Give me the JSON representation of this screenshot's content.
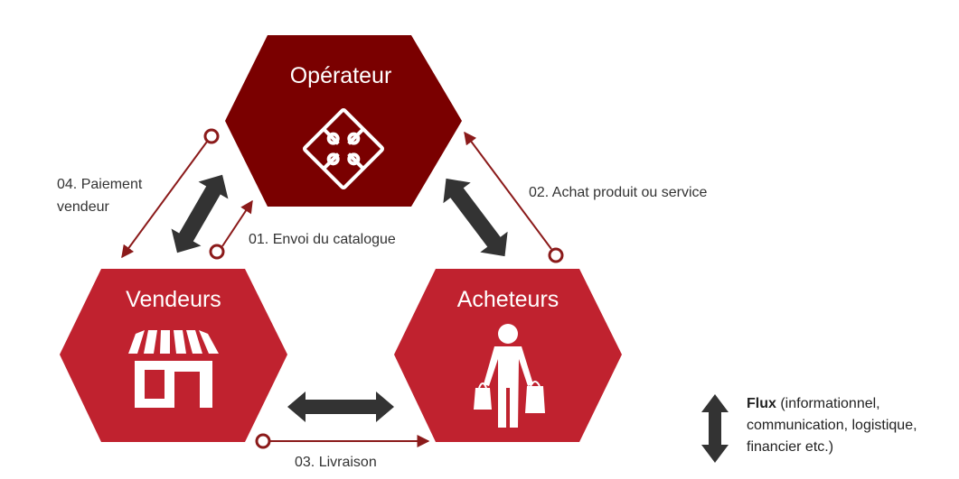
{
  "nodes": {
    "operateur": {
      "label": "Opérateur",
      "icon": "puzzle-icon",
      "color": "#7a0000"
    },
    "vendeurs": {
      "label": "Vendeurs",
      "icon": "storefront-icon",
      "color": "#c0222f"
    },
    "acheteurs": {
      "label": "Acheteurs",
      "icon": "shopper-icon",
      "color": "#c0222f"
    }
  },
  "flows": {
    "f01": "01. Envoi du catalogue",
    "f02": "02. Achat produit ou service",
    "f03": "03. Livraison",
    "f04_line1": "04. Paiement",
    "f04_line2": "vendeur"
  },
  "legend": {
    "bold": "Flux",
    "rest": " (informationnel, communication, logistique, financier etc.)",
    "icon": "double-arrow-icon"
  },
  "colors": {
    "dark_red": "#7a0000",
    "red": "#c0222f",
    "arrow_line": "#8b1a1a",
    "double_arrow": "#333333"
  }
}
